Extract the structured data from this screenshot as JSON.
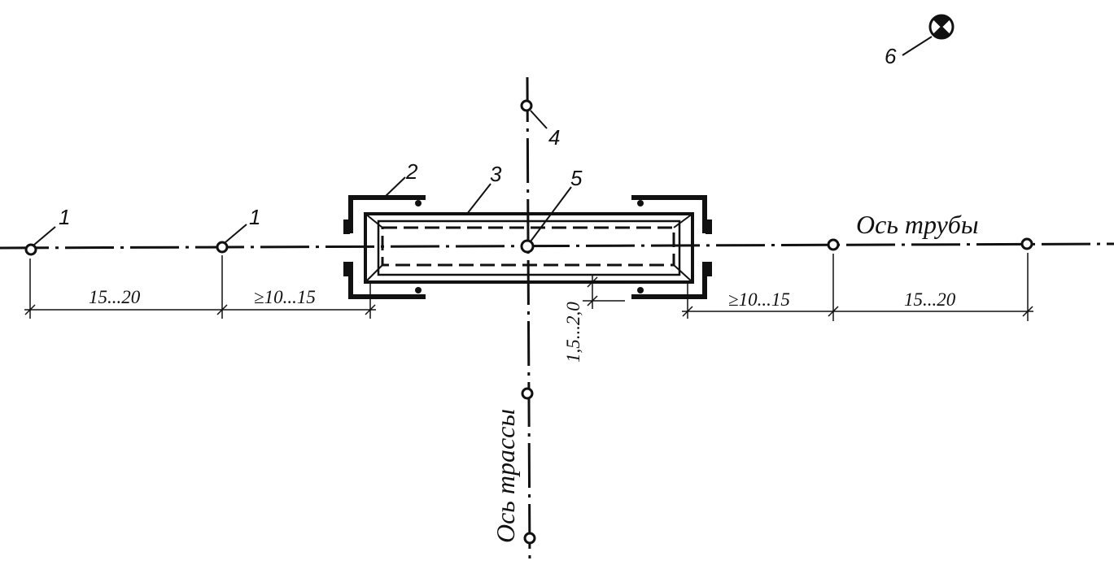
{
  "labels": {
    "marker_1": "1",
    "marker_1b": "1",
    "marker_2": "2",
    "marker_3": "3",
    "marker_4": "4",
    "marker_5": "5",
    "marker_6": "6"
  },
  "axes": {
    "pipe_axis": "Ось трубы",
    "route_axis": "Ось трассы"
  },
  "dimensions": {
    "left_outer": "15...20",
    "left_inner": "≥10...15",
    "right_inner": "≥10...15",
    "right_outer": "15...20",
    "vertical_offset": "1,5...2,0"
  },
  "colors": {
    "ink": "#111111",
    "paper": "#ffffff"
  }
}
